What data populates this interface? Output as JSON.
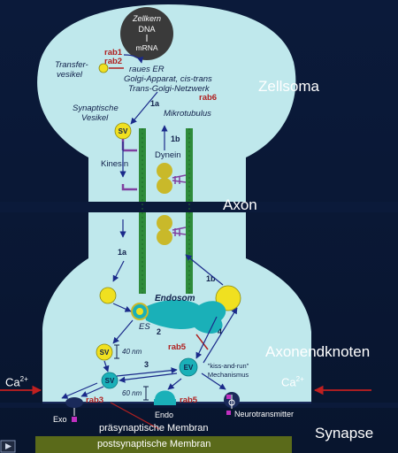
{
  "regions": {
    "soma": "Zellsoma",
    "axon": "Axon",
    "terminal": "Axonendknoten",
    "synapse": "Synapse"
  },
  "nucleus": {
    "title": "Zellkern",
    "dna": "DNA",
    "mrna": "mRNA"
  },
  "soma_labels": {
    "rab1": "rab1",
    "rab2": "rab2",
    "transfer_vesicle": [
      "Transfer-",
      "vesikel"
    ],
    "er": "raues ER",
    "golgi": "Golgi-Apparat, cis-trans",
    "trans_golgi": "Trans-Golgi-Netzwerk",
    "rab6": "rab6",
    "synaptic_vesicle": [
      "Synaptische",
      "Vesikel"
    ],
    "step_1a": "1a",
    "microtubule": "Mikrotubulus",
    "sv": "SV",
    "step_1b": "1b",
    "kinesin": "Kinesin",
    "dynein": "Dynein"
  },
  "terminal_labels": {
    "step_1a": "1a",
    "step_1b": "1b",
    "endosome": "Endosom",
    "es": "ES",
    "step_2": "2",
    "sv_a": "SV",
    "dist_40": "40 nm",
    "rab5_a": "rab5",
    "step_4": "4",
    "step_3": "3",
    "ev": "EV",
    "kiss_and_run": "\"kiss-and-run\"",
    "mechanism": "Mechanismus",
    "sv_b": "SV",
    "dist_60": "60 nm",
    "rab3": "rab3",
    "rab5_b": "rab5",
    "exo": "Exo",
    "endo": "Endo",
    "neurotransmitter": "Neurotransmitter"
  },
  "calcium": {
    "left": "Ca",
    "right": "Ca",
    "sup": "2+"
  },
  "membranes": {
    "presynaptic": "präsynaptische Membran",
    "postsynaptic": "postsynaptische Membran"
  },
  "colors": {
    "cell": "#bfe8ec",
    "nucleus": "#3a3a3a",
    "microtubule": "#2e8b3a",
    "vesicle": "#f0e020",
    "endosome": "#1ab0b8",
    "dynein": "#c9b92a",
    "arrow": "#1a2a8a",
    "rab": "#b02020",
    "calcium_arrow": "#c02020",
    "postsynaptic": "#5a6a1a",
    "neurotransmitter": "#c030c0"
  },
  "icons": {
    "corner": "play-icon"
  }
}
